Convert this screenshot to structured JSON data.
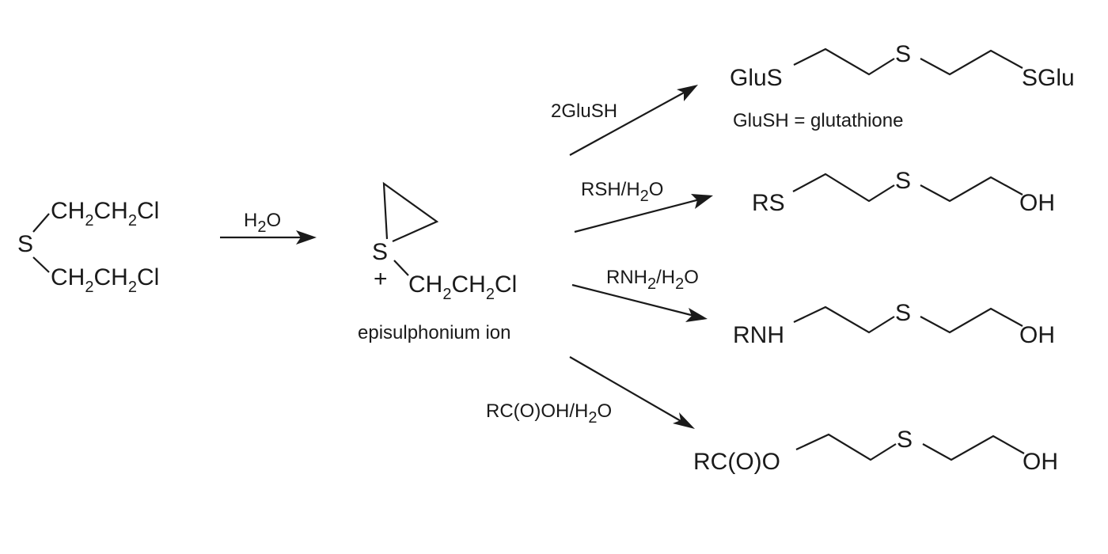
{
  "reactant": {
    "s_atom": "S",
    "arm1": {
      "p1": "CH",
      "s1": "2",
      "p2": "CH",
      "s2": "2",
      "p3": "Cl"
    },
    "arm2": {
      "p1": "CH",
      "s1": "2",
      "p2": "CH",
      "s2": "2",
      "p3": "Cl"
    }
  },
  "hydrolysis_arrow": {
    "l1": "H",
    "l2": "2",
    "l3": "O"
  },
  "intermediate": {
    "s_atom": "S",
    "charge": "+",
    "side_chain": {
      "p1": "CH",
      "s1": "2",
      "p2": "CH",
      "s2": "2",
      "p3": "Cl"
    },
    "name": "episulphonium ion"
  },
  "reagents": {
    "glutathione": {
      "l1": "2GluSH"
    },
    "thiol": {
      "l1": "RSH/H",
      "l2": "2",
      "l3": "O"
    },
    "amine": {
      "l1": "RNH",
      "l2": "2",
      "l3": "/H",
      "l4": "2",
      "l5": "O"
    },
    "acid": {
      "l1": "RC(O)OH/H",
      "l2": "2",
      "l3": "O"
    }
  },
  "products": {
    "p1": {
      "left": "GluS",
      "s": "S",
      "right": "SGlu",
      "note": "GluSH = glutathione"
    },
    "p2": {
      "left": "RS",
      "s": "S",
      "right": "OH"
    },
    "p3": {
      "left": "RNH",
      "s": "S",
      "right": "OH"
    },
    "p4": {
      "left": "RC(O)O",
      "s": "S",
      "right": "OH"
    }
  }
}
